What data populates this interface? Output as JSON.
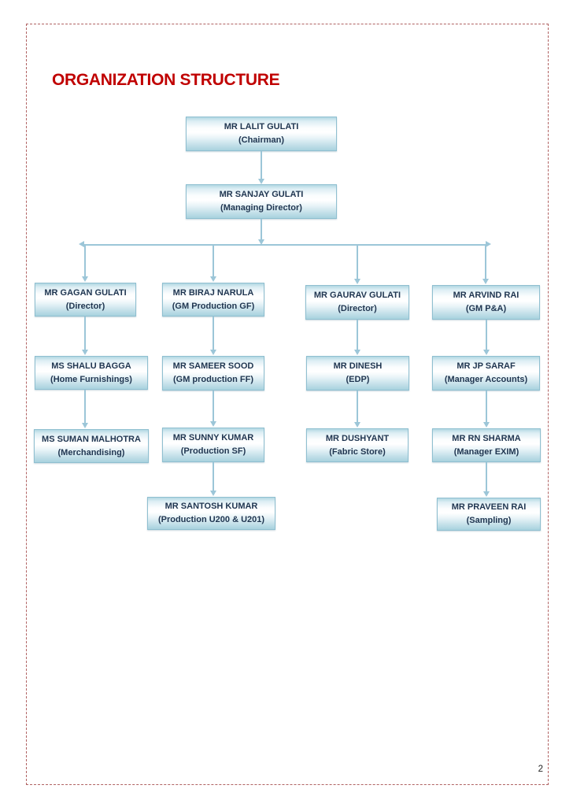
{
  "page": {
    "title": "ORGANIZATION STRUCTURE",
    "page_number": "2"
  },
  "colors": {
    "title_red": "#C00000",
    "box_border": "#8FBFD0",
    "box_fill_top": "#B2D8E3",
    "box_fill_bottom": "#A8D2DE",
    "connector_blue": "#9CC6D8",
    "page_border_red": "#B06262",
    "node_text": "#1F3550"
  },
  "org": {
    "nodes": [
      {
        "id": "chairman",
        "name": "MR LALIT GULATI",
        "role": "(Chairman)",
        "reports_to": null
      },
      {
        "id": "md",
        "name": "MR SANJAY GULATI",
        "role": "(Managing Director)",
        "reports_to": "chairman"
      },
      {
        "id": "gagan",
        "name": "MR GAGAN GULATI",
        "role": "(Director)",
        "reports_to": "md"
      },
      {
        "id": "biraj",
        "name": "MR BIRAJ NARULA",
        "role": "(GM Production GF)",
        "reports_to": "md"
      },
      {
        "id": "gaurav",
        "name": "MR GAURAV GULATI",
        "role": "(Director)",
        "reports_to": "md"
      },
      {
        "id": "arvind",
        "name": "MR ARVIND RAI",
        "role": "(GM P&A)",
        "reports_to": "md"
      },
      {
        "id": "shalu",
        "name": "MS SHALU BAGGA",
        "role": "(Home Furnishings)",
        "reports_to": "gagan"
      },
      {
        "id": "sameer",
        "name": "MR SAMEER SOOD",
        "role": "(GM production FF)",
        "reports_to": "biraj"
      },
      {
        "id": "dinesh",
        "name": "MR DINESH",
        "role": "(EDP)",
        "reports_to": "gaurav"
      },
      {
        "id": "jpsaraf",
        "name": "MR JP SARAF",
        "role": "(Manager Accounts)",
        "reports_to": "arvind"
      },
      {
        "id": "suman",
        "name": "MS SUMAN MALHOTRA",
        "role": "(Merchandising)",
        "reports_to": "shalu"
      },
      {
        "id": "sunny",
        "name": "MR SUNNY KUMAR",
        "role": "(Production SF)",
        "reports_to": "sameer"
      },
      {
        "id": "dushyant",
        "name": "MR DUSHYANT",
        "role": "(Fabric Store)",
        "reports_to": "dinesh"
      },
      {
        "id": "rnsharma",
        "name": "MR RN SHARMA",
        "role": "(Manager EXIM)",
        "reports_to": "jpsaraf"
      },
      {
        "id": "santosh",
        "name": "MR SANTOSH KUMAR",
        "role": "(Production U200 & U201)",
        "reports_to": "sunny"
      },
      {
        "id": "praveen",
        "name": "MR PRAVEEN RAI",
        "role": "(Sampling)",
        "reports_to": "rnsharma"
      }
    ]
  }
}
